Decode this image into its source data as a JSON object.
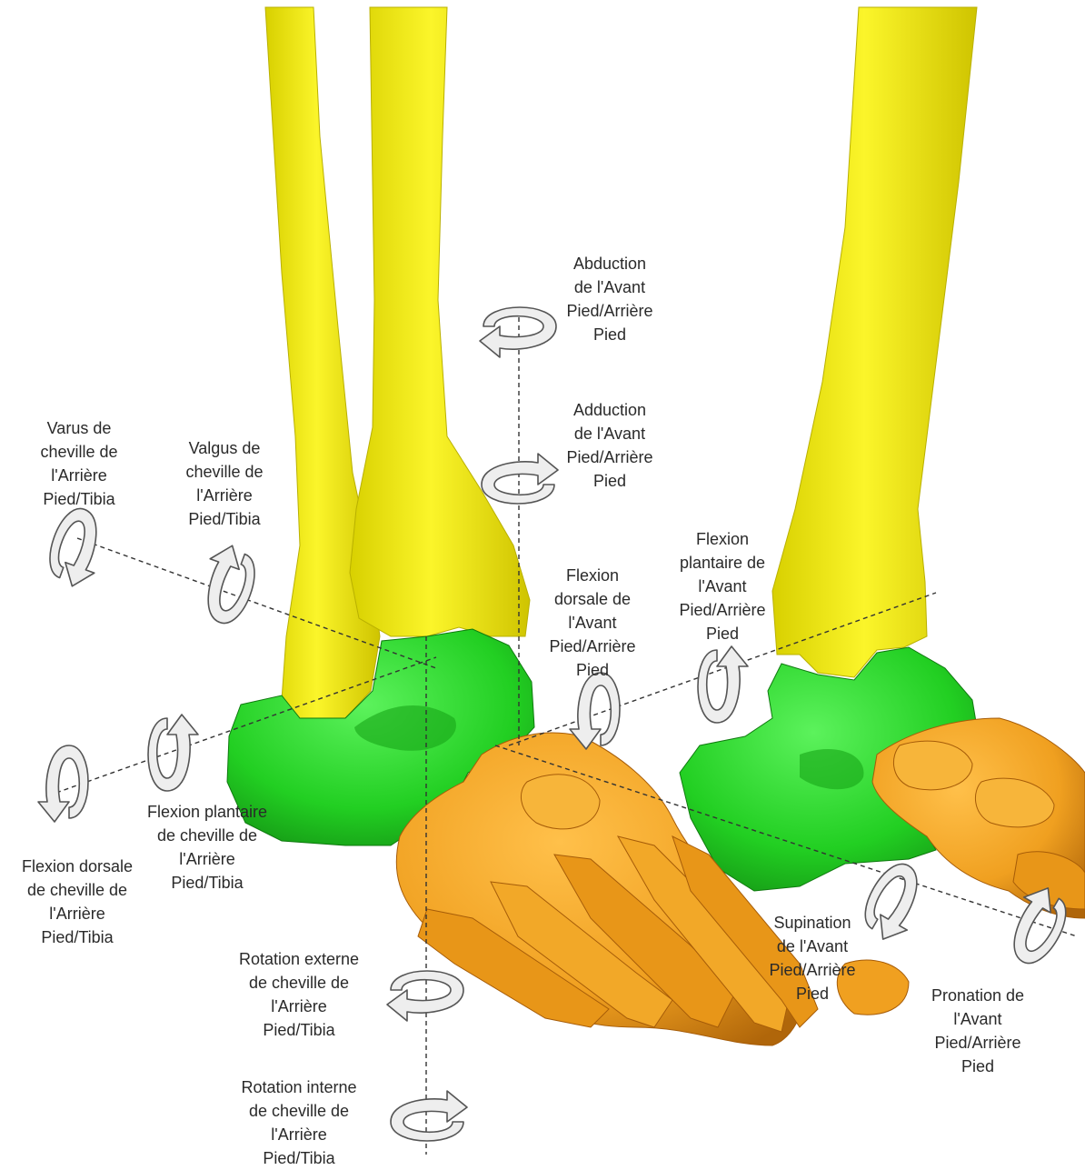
{
  "colors": {
    "tibia_fibula": "#f2ee1a",
    "tibia_shadow": "#c9bf08",
    "hindfoot": "#2fd62f",
    "hindfoot_shadow": "#1a9e1a",
    "forefoot": "#f0a020",
    "forefoot_shadow": "#b66c0c",
    "arrow_fill": "#eeeeee",
    "arrow_stroke": "#555555",
    "axis_line": "#333333"
  },
  "labels": {
    "abduction": "Abduction\nde l'Avant\nPied/Arrière\nPied",
    "adduction": "Adduction\nde l'Avant\nPied/Arrière\nPied",
    "varus": "Varus de\ncheville de\nl'Arrière\nPied/Tibia",
    "valgus": "Valgus de\ncheville de\nl'Arrière\nPied/Tibia",
    "flexion_plantaire_avant": "Flexion\nplantaire de\nl'Avant\nPied/Arrière\nPied",
    "flexion_dorsale_avant": "Flexion\ndorsale de\nl'Avant\nPied/Arrière\nPied",
    "flexion_dorsale_cheville": "Flexion dorsale\nde cheville de\nl'Arrière\nPied/Tibia",
    "flexion_plantaire_cheville": "Flexion plantaire\nde cheville de\nl'Arrière\nPied/Tibia",
    "rotation_externe": "Rotation externe\nde cheville de\nl'Arrière\nPied/Tibia",
    "rotation_interne": "Rotation interne\nde cheville de\nl'Arrière\nPied/Tibia",
    "supination": "Supination\nde l'Avant\nPied/Arrière\nPied",
    "pronation": "Pronation de\nl'Avant\nPied/Arrière\nPied"
  },
  "arrow_icons": [
    "curved-rotation-arrow-icon"
  ]
}
